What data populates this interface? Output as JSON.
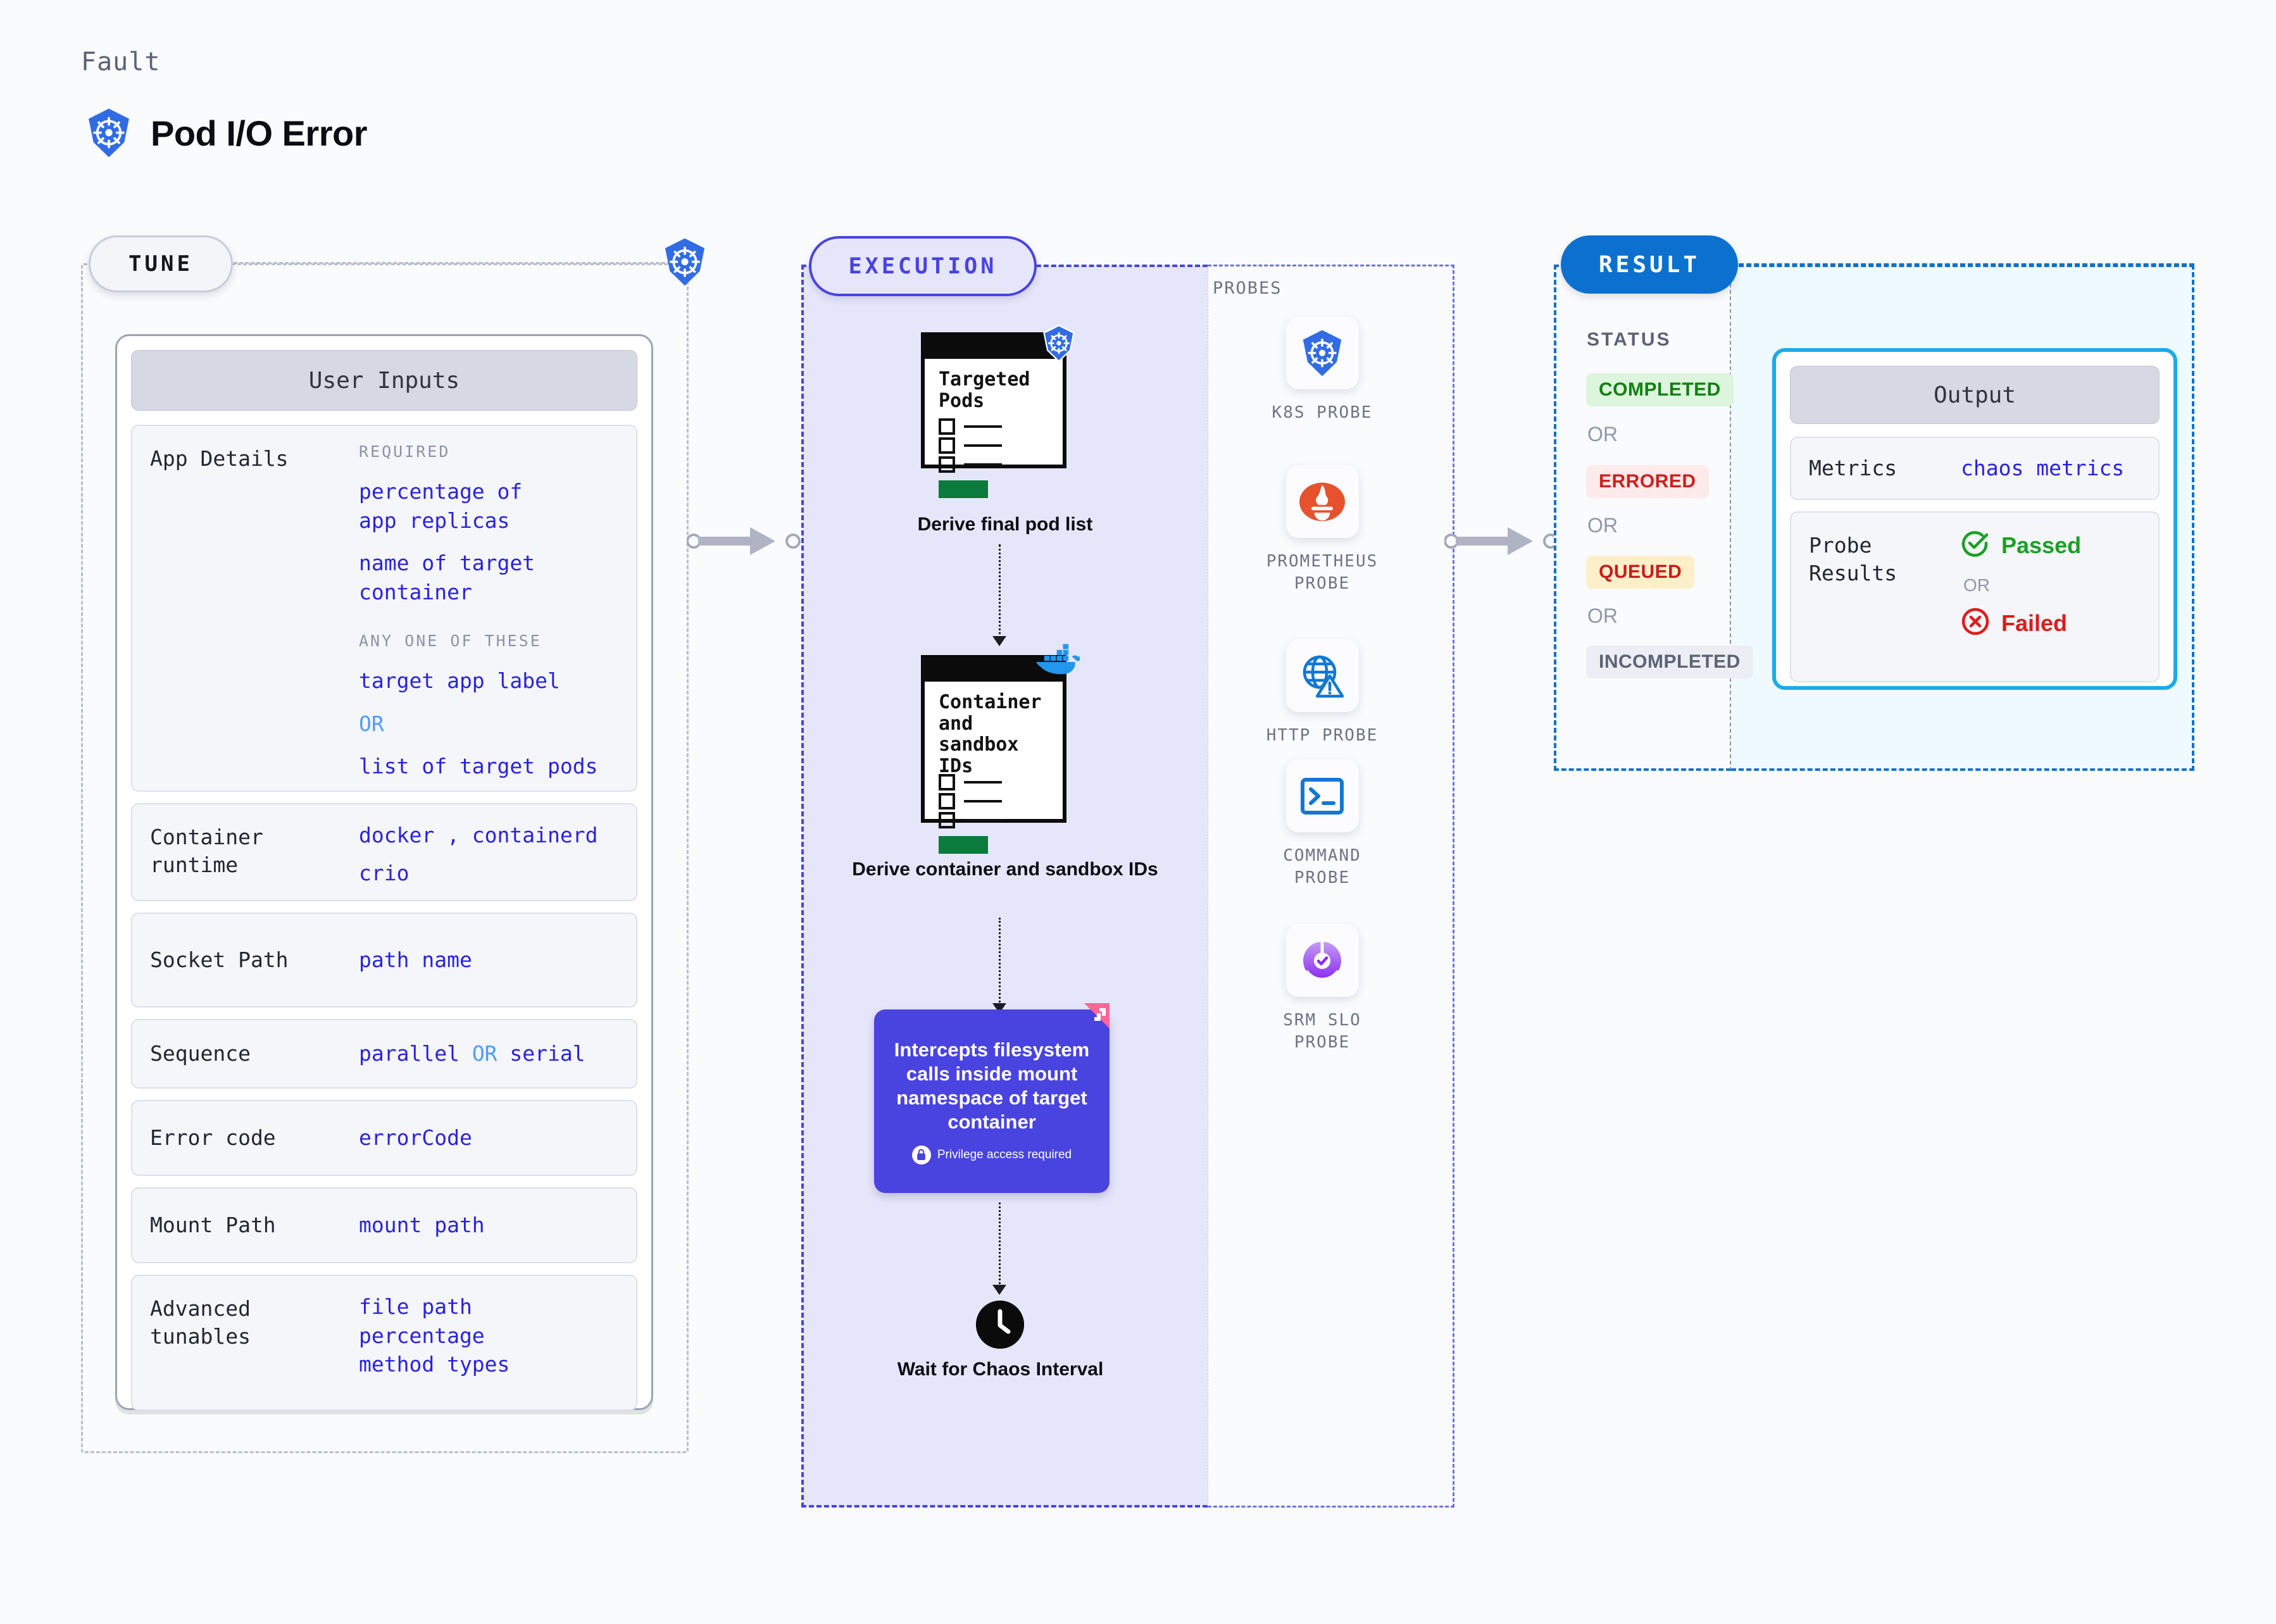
{
  "header": {
    "eyebrow": "Fault",
    "title": "Pod I/O Error",
    "icon": "kubernetes-icon"
  },
  "tune": {
    "tag": "TUNE",
    "card_title": "User Inputs",
    "rows": [
      {
        "label": "App Details",
        "groups": [
          {
            "sublabel": "REQUIRED",
            "values": [
              "percentage of app replicas",
              "name of target container"
            ]
          },
          {
            "sublabel": "ANY ONE OF THESE",
            "values": [
              "target app label",
              "OR",
              "list of target pods"
            ]
          }
        ]
      },
      {
        "label": "Container runtime",
        "values": [
          "docker , containerd",
          "crio"
        ]
      },
      {
        "label": "Socket Path",
        "values": [
          "path name"
        ]
      },
      {
        "label": "Sequence",
        "values": [
          "parallel OR serial"
        ]
      },
      {
        "label": "Error code",
        "values": [
          "errorCode"
        ]
      },
      {
        "label": "Mount Path",
        "values": [
          "mount path"
        ]
      },
      {
        "label": "Advanced tunables",
        "values": [
          "file path",
          "percentage",
          "method types"
        ]
      }
    ]
  },
  "execution": {
    "tag": "EXECUTION",
    "steps": [
      {
        "screen_title": "Targeted Pods",
        "caption": "Derive final pod list",
        "badge_icon": "kubernetes-icon"
      },
      {
        "screen_title": "Container and sandbox IDs",
        "caption": "Derive container and sandbox IDs",
        "badge_icon": "docker-icon"
      }
    ],
    "fault_box": {
      "text": "Intercepts filesystem calls inside mount namespace of target container",
      "note": "Privilege access required",
      "note_icon": "lock-icon",
      "corner_icon": "litmus-icon",
      "color": "#4943e0"
    },
    "wait": {
      "caption": "Wait for Chaos Interval",
      "icon": "clock-icon"
    }
  },
  "probes": {
    "title": "PROBES",
    "items": [
      {
        "label": "K8S PROBE",
        "icon": "kubernetes-icon"
      },
      {
        "label": "PROMETHEUS PROBE",
        "icon": "prometheus-icon"
      },
      {
        "label": "HTTP PROBE",
        "icon": "globe-warning-icon"
      },
      {
        "label": "COMMAND PROBE",
        "icon": "terminal-icon"
      },
      {
        "label": "SRM SLO PROBE",
        "icon": "slo-donut-icon"
      }
    ]
  },
  "result": {
    "tag": "RESULT",
    "status_title": "STATUS",
    "or_label": "OR",
    "statuses": [
      {
        "label": "COMPLETED",
        "bg": "#dcf5dc",
        "fg": "#128012"
      },
      {
        "label": "ERRORED",
        "bg": "#fdeaea",
        "fg": "#cf1f1f"
      },
      {
        "label": "QUEUED",
        "bg": "#fdf0c9",
        "fg": "#cc1a1a"
      },
      {
        "label": "INCOMPLETED",
        "bg": "#eceef3",
        "fg": "#5c6374"
      }
    ],
    "output": {
      "title": "Output",
      "metrics_label": "Metrics",
      "metrics_value": "chaos metrics",
      "probe_label": "Probe Results",
      "passed": "Passed",
      "or": "OR",
      "failed": "Failed",
      "passed_icon": "check-circle-icon",
      "failed_icon": "x-circle-icon",
      "passed_color": "#17a123",
      "failed_color": "#e01b1b"
    }
  },
  "connectors": {
    "arrow_icon": "arrow-right"
  }
}
